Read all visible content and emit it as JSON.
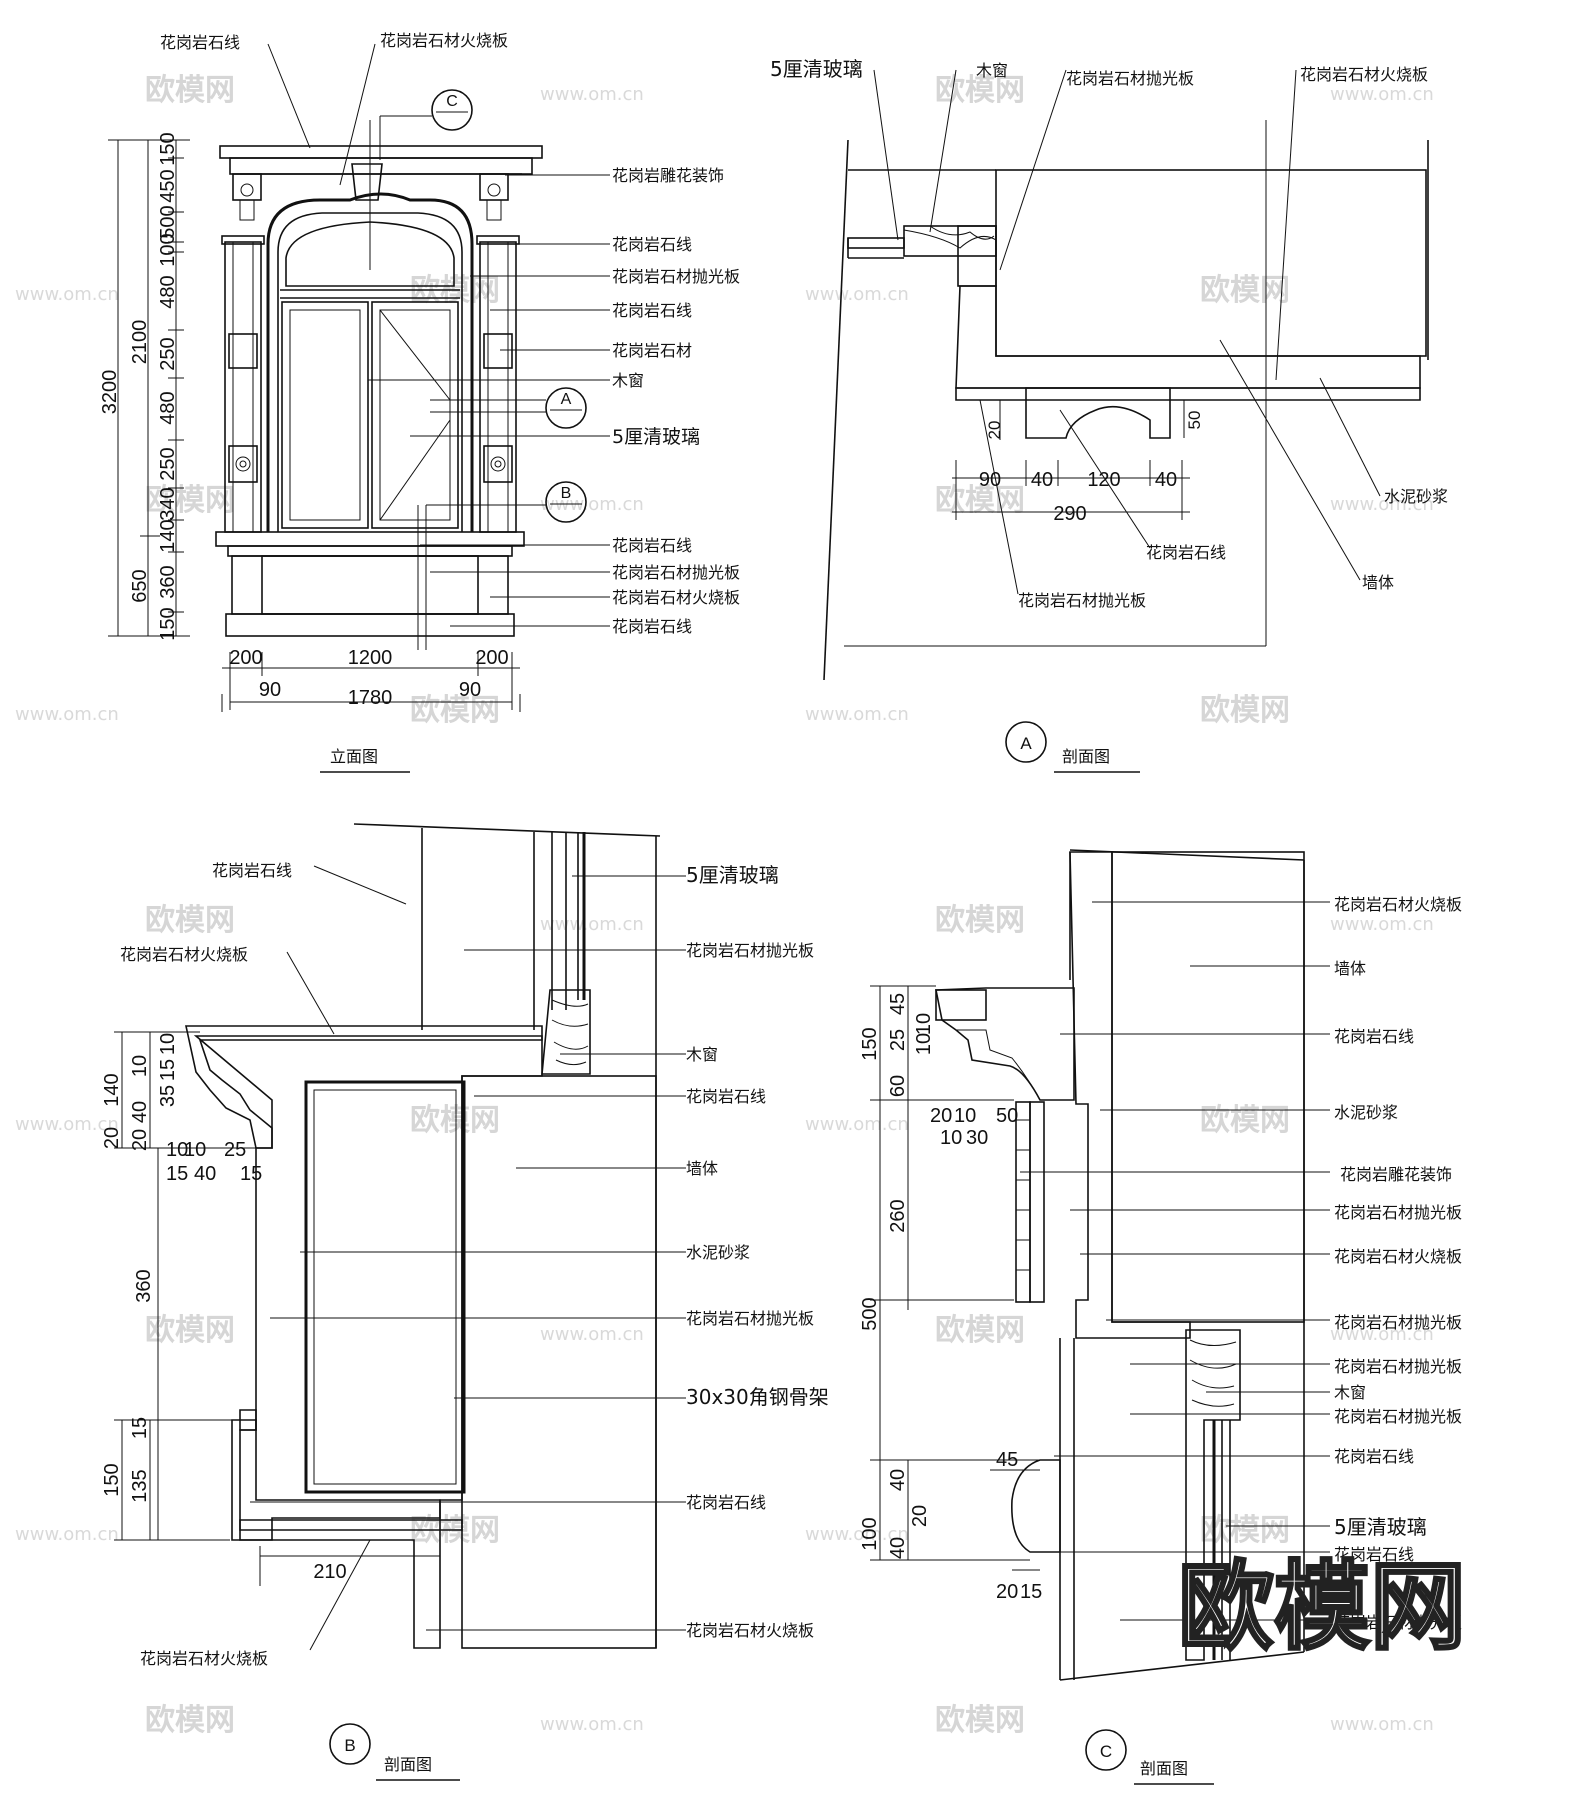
{
  "elevation": {
    "title": "立面图",
    "labels": [
      "花岗岩石线",
      "花岗岩石材火烧板",
      "花岗岩雕花装饰",
      "花岗岩石线",
      "花岗岩石材抛光板",
      "花岗岩石线",
      "花岗岩石材",
      "木窗",
      "5厘清玻璃",
      "花岗岩石线",
      "花岗岩石材抛光板",
      "花岗岩石材火烧板",
      "花岗岩石线"
    ],
    "left_dims_outer": [
      "3200"
    ],
    "left_dims_mid": [
      "2100",
      "650"
    ],
    "left_dims_inner": [
      "150",
      "450",
      "500",
      "100",
      "480",
      "250",
      "480",
      "250",
      "340",
      "140",
      "360",
      "150"
    ],
    "bottom_dims_top": [
      "200",
      "1200",
      "200"
    ],
    "bottom_dims_bottom": [
      "90",
      "1780",
      "90"
    ],
    "markers": [
      "C",
      "A",
      "B"
    ]
  },
  "sectionA": {
    "marker": "A",
    "title": "剖面图",
    "labels": [
      "5厘清玻璃",
      "木窗",
      "花岗岩石材抛光板",
      "花岗岩石材火烧板",
      "水泥砂浆",
      "墙体",
      "花岗岩石线",
      "花岗岩石材抛光板"
    ],
    "dims": [
      "90",
      "40",
      "120",
      "40",
      "290",
      "20",
      "50"
    ]
  },
  "sectionB": {
    "marker": "B",
    "title": "剖面图",
    "labels": [
      "花岗岩石线",
      "花岗岩石材火烧板",
      "5厘清玻璃",
      "花岗岩石材抛光板",
      "木窗",
      "花岗岩石线",
      "墙体",
      "水泥砂浆",
      "花岗岩石材抛光板",
      "30x30角钢骨架",
      "花岗岩石线",
      "花岗岩石材火烧板",
      "花岗岩石材火烧板"
    ],
    "dims_left": [
      "140",
      "40",
      "10",
      "20",
      "20",
      "10",
      "15",
      "35",
      "360",
      "150",
      "135",
      "15"
    ],
    "dims_bottom": [
      "10",
      "10",
      "25",
      "15",
      "40",
      "15",
      "210"
    ]
  },
  "sectionC": {
    "marker": "C",
    "title": "剖面图",
    "labels": [
      "花岗岩石材火烧板",
      "墙体",
      "花岗岩石线",
      "水泥砂浆",
      "花岗岩雕花装饰",
      "花岗岩石材抛光板",
      "花岗岩石材火烧板",
      "花岗岩石材抛光板",
      "花岗岩石材抛光板",
      "木窗",
      "花岗岩石材抛光板",
      "花岗岩石线",
      "5厘清玻璃",
      "花岗岩石线",
      "花岗岩石材抛光板"
    ],
    "dims_left": [
      "150",
      "60",
      "25",
      "45",
      "10",
      "10",
      "500",
      "260",
      "100",
      "40",
      "40",
      "20"
    ],
    "dims_small": [
      "20",
      "10",
      "10",
      "30",
      "50",
      "45",
      "20",
      "15"
    ]
  },
  "watermark": {
    "text": "欧模网",
    "url": "www.om.cn"
  },
  "colors": {
    "line": "#111111",
    "watermark": "#d6d6d6"
  }
}
